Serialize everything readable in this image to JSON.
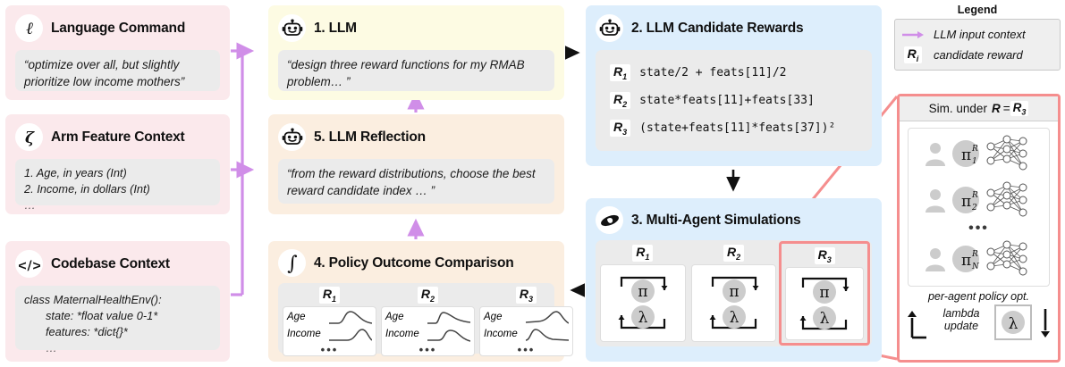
{
  "legend": {
    "title": "Legend",
    "rows": [
      {
        "icon": "purple-arrow-icon",
        "label": "LLM input context"
      },
      {
        "icon": "r-subscript-i-chip",
        "symbol": "Ri",
        "label": "candidate reward"
      }
    ]
  },
  "panels": {
    "language_command": {
      "icon": "script-ell-icon",
      "title": "Language Command",
      "quote": "“optimize over all, but slightly prioritize low income mothers”"
    },
    "arm_feature_context": {
      "icon": "zeta-icon",
      "title": "Arm Feature Context",
      "lines": [
        "1. Age, in years (Int)",
        "2. Income, in dollars (Int)",
        "…"
      ]
    },
    "codebase_context": {
      "icon": "code-brackets-icon",
      "title": "Codebase Context",
      "lines": [
        "class MaternalHealthEnv():",
        "state: *float value 0-1*",
        "features: *dict{}*",
        "…"
      ]
    },
    "llm": {
      "icon": "robot-icon",
      "title": "1. LLM",
      "quote": "“design three reward functions for my RMAB problem… ”"
    },
    "llm_reflection": {
      "icon": "robot-icon",
      "title": "5. LLM Reflection",
      "quote": "“from the reward distributions, choose the best reward candidate index … ”"
    },
    "policy_outcome_comparison": {
      "icon": "integral-icon",
      "title": "4. Policy Outcome Comparison",
      "columns": [
        {
          "label": "R1",
          "rows": [
            "Age",
            "Income"
          ],
          "more": "•••"
        },
        {
          "label": "R2",
          "rows": [
            "Age",
            "Income"
          ],
          "more": "•••"
        },
        {
          "label": "R3",
          "rows": [
            "Age",
            "Income"
          ],
          "more": "•••"
        }
      ]
    },
    "llm_candidate_rewards": {
      "icon": "robot-icon",
      "title": "2. LLM Candidate Rewards",
      "rewards": [
        {
          "label": "R1",
          "expr": "state/2 + feats[11]/2"
        },
        {
          "label": "R2",
          "expr": "state*feats[11]+feats[33]"
        },
        {
          "label": "R3",
          "expr": "(state+feats[11]*feats[37])²"
        }
      ]
    },
    "multi_agent_simulations": {
      "icon": "galaxy-icon",
      "title": "3. Multi-Agent Simulations",
      "columns": [
        {
          "label": "R1",
          "nodes": [
            "π",
            "λ"
          ],
          "highlighted": false
        },
        {
          "label": "R2",
          "nodes": [
            "π",
            "λ"
          ],
          "highlighted": false
        },
        {
          "label": "R3",
          "nodes": [
            "π",
            "λ"
          ],
          "highlighted": true
        }
      ]
    }
  },
  "zoom_panel": {
    "header_prefix": "Sim. under",
    "header_symbol": "R",
    "header_equals": "=",
    "header_value": "R3",
    "agents": [
      {
        "policy": "π",
        "sup": "R",
        "sub": "1"
      },
      {
        "policy": "π",
        "sup": "R",
        "sub": "2"
      },
      {
        "policy": "π",
        "sup": "R",
        "sub": "N"
      }
    ],
    "ellipsis": "•••",
    "caption": "per-agent policy opt.",
    "lambda_label_line1": "lambda",
    "lambda_label_line2": "update",
    "lambda_symbol": "λ"
  },
  "colors": {
    "pink_panel": "#fbe9ec",
    "yellow_panel": "#fdfbe3",
    "peach_panel": "#fbeee0",
    "blue_panel": "#ddeefc",
    "inner_gray": "#ebebeb",
    "purple_arrow": "#d08ee8",
    "highlight_red": "#f58e8e",
    "black_arrow": "#111111"
  }
}
